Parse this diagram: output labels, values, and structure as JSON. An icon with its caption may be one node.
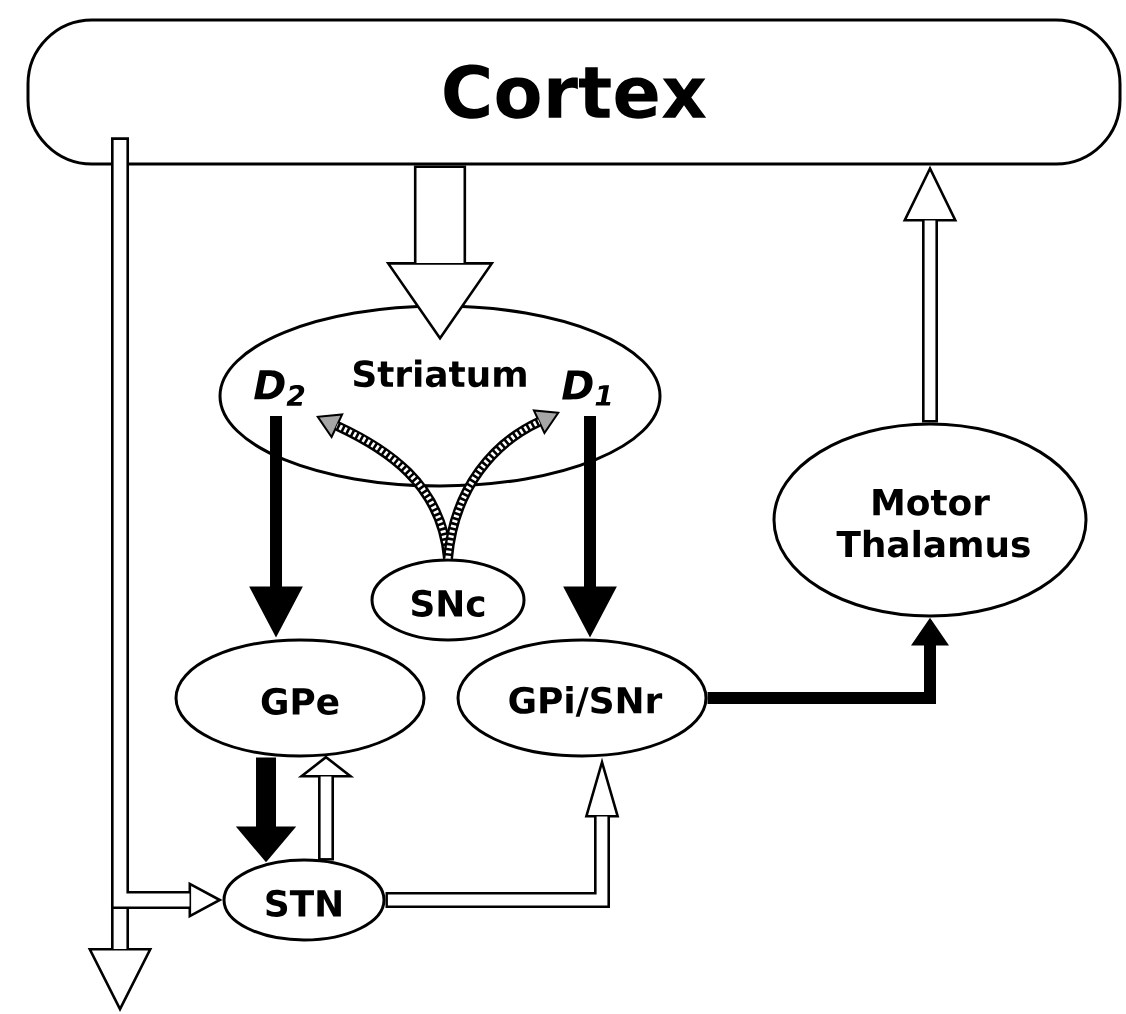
{
  "diagram": {
    "nodes": [
      {
        "text": [
          "Cortex"
        ]
      },
      {
        "text": [
          "D$_{2}$",
          "Striatum",
          "D$_{1}$"
        ]
      },
      {
        "text": [
          "SNc"
        ]
      },
      {
        "text": [
          "Motor Thalamus"
        ]
      },
      {
        "text": [
          "GPe"
        ]
      },
      {
        "text": [
          "GPi/SNr"
        ]
      },
      {
        "text": [
          "STN"
        ]
      }
    ],
    "edges": [
      {
        "from": 0,
        "to": 1,
        "arrow": "to",
        "style": "thick"
      },
      {
        "from": 3,
        "to": 0,
        "arrow": "to"
      },
      {
        "from": 0,
        "to": null,
        "arrow": "to"
      },
      {
        "from": 0,
        "to": 6,
        "arrow": "to"
      },
      {
        "from": 2,
        "to": 1,
        "arrow": "to",
        "style": "dashed",
        "color": "#ffffff"
      },
      {
        "from": 2,
        "to": 1,
        "arrow": "to",
        "style": "dashed",
        "color": "#ffffff"
      },
      {
        "from": 1,
        "to": 4,
        "arrow": "to"
      },
      {
        "from": 1,
        "to": 5,
        "arrow": "to"
      },
      {
        "from": 4,
        "to": 6,
        "arrow": "to"
      },
      {
        "from": 6,
        "to": 4,
        "arrow": "to"
      },
      {
        "from": 6,
        "to": 5,
        "arrow": "to"
      },
      {
        "from": 5,
        "to": 3,
        "arrow": "to"
      }
    ]
  }
}
